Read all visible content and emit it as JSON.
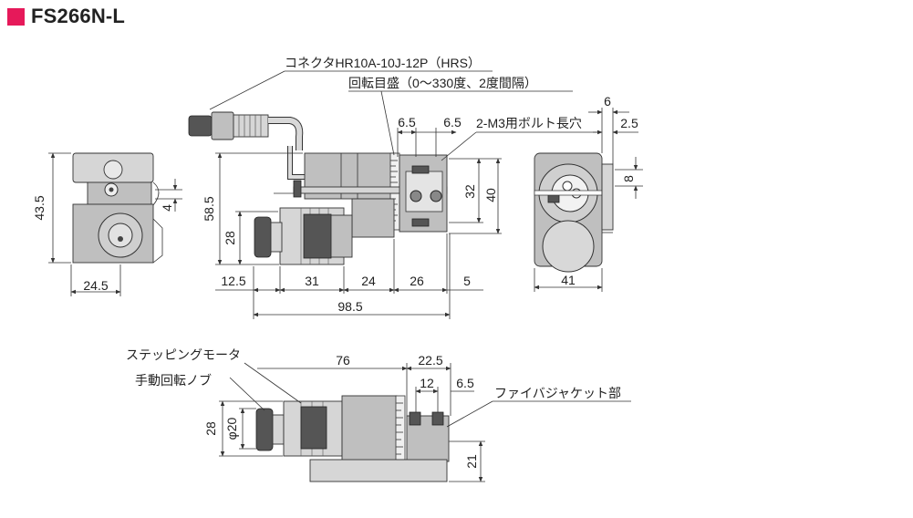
{
  "title": "FS266N-L",
  "colors": {
    "marker": "#e6195a",
    "part": "#bfbfbf",
    "line": "#333333"
  },
  "callouts": {
    "connector": "コネクタHR10A-10J-12P（HRS）",
    "scale": "回転目盛（0〜330度、2度間隔）",
    "bolt_slot": "2-M3用ボルト長穴",
    "motor": "ステッピングモータ",
    "knob": "手動回転ノブ",
    "fiber_jacket": "ファイバジャケット部"
  },
  "dims_left": {
    "height": "43.5",
    "offset": "4",
    "width": "24.5"
  },
  "dims_center": {
    "height_total": "58.5",
    "knob_height": "28",
    "h32": "32",
    "h40": "40",
    "d6_5a": "6.5",
    "d6_5b": "6.5",
    "seg_12_5": "12.5",
    "seg_31": "31",
    "seg_24": "24",
    "seg_26": "26",
    "seg_5": "5",
    "total": "98.5"
  },
  "dims_right": {
    "top6": "6",
    "d2_5": "2.5",
    "d8": "8",
    "width": "41"
  },
  "dims_bottom": {
    "d76": "76",
    "d22_5": "22.5",
    "d12": "12",
    "d6_5": "6.5",
    "h28": "28",
    "phi20": "φ20",
    "h21": "21"
  }
}
